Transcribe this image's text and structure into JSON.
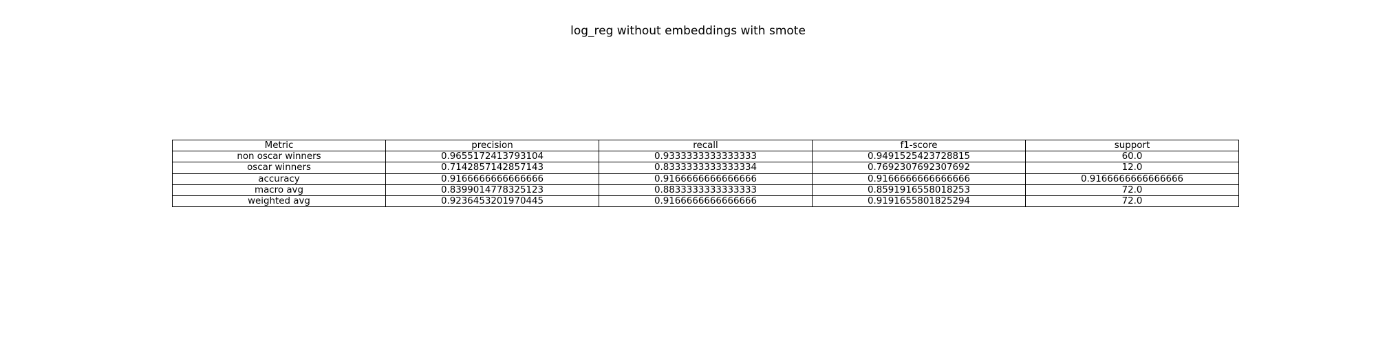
{
  "chart_data": {
    "type": "table",
    "title": "log_reg without embeddings with smote",
    "columns": [
      "Metric",
      "precision",
      "recall",
      "f1-score",
      "support"
    ],
    "rows": [
      [
        "non oscar winners",
        "0.9655172413793104",
        "0.9333333333333333",
        "0.9491525423728815",
        "60.0"
      ],
      [
        "oscar winners",
        "0.7142857142857143",
        "0.8333333333333334",
        "0.7692307692307692",
        "12.0"
      ],
      [
        "accuracy",
        "0.9166666666666666",
        "0.9166666666666666",
        "0.9166666666666666",
        "0.9166666666666666"
      ],
      [
        "macro avg",
        "0.8399014778325123",
        "0.8833333333333333",
        "0.8591916558018253",
        "72.0"
      ],
      [
        "weighted avg",
        "0.9236453201970445",
        "0.9166666666666666",
        "0.9191655801825294",
        "72.0"
      ]
    ]
  }
}
